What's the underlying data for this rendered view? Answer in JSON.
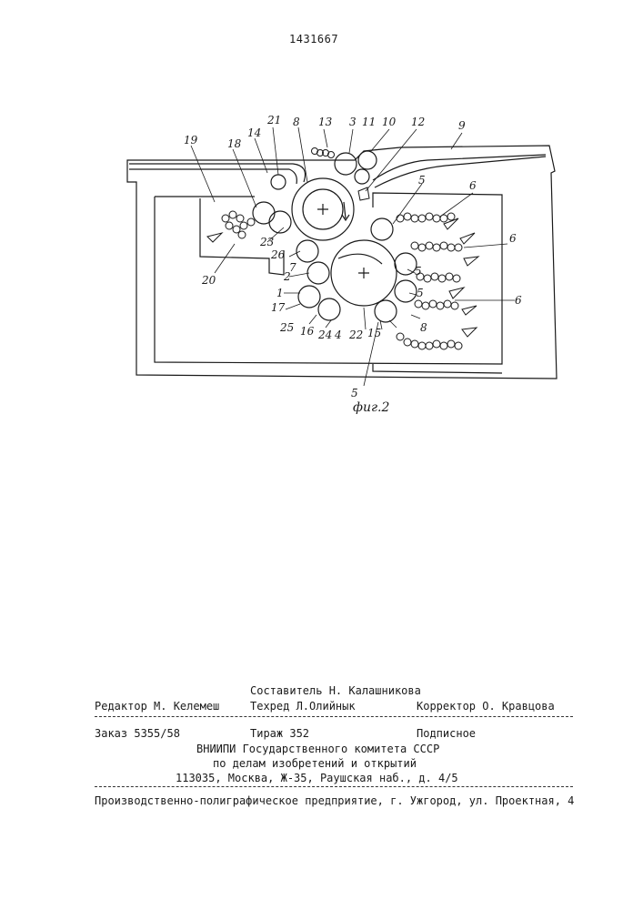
{
  "header": {
    "patent_number": "1431667"
  },
  "figure": {
    "caption": "фиг.2",
    "labels": {
      "l1": "1",
      "l2": "2",
      "l3": "3",
      "l4": "4",
      "l5a": "5",
      "l5b": "5",
      "l5c": "5",
      "l5d": "5",
      "l6a": "6",
      "l6b": "6",
      "l6c": "6",
      "l7": "7",
      "l8a": "8",
      "l8b": "8",
      "l9": "9",
      "l10": "10",
      "l11": "11",
      "l12": "12",
      "l13": "13",
      "l14": "14",
      "l15": "15",
      "l16": "16",
      "l17": "17",
      "l18": "18",
      "l19": "19",
      "l20": "20",
      "l21": "21",
      "l22": "22",
      "l23": "23",
      "l24": "24",
      "l25": "25",
      "l26": "26"
    }
  },
  "credits": {
    "composer": "Составитель Н. Калашникова",
    "editor": "Редактор М. Келемеш",
    "techred": "Техред Л.Олийнык",
    "corrector": "Корректор О. Кравцова"
  },
  "order": {
    "order_no": "Заказ 5355/58",
    "print_run": "Тираж 352",
    "subscription": "Подписное",
    "org_line1": "ВНИИПИ Государственного комитета СССР",
    "org_line2": "по делам изобретений и открытий",
    "address": "113035, Москва, Ж-35, Раушская наб., д. 4/5"
  },
  "footer": {
    "printer": "Производственно-полиграфическое предприятие, г. Ужгород, ул. Проектная, 4"
  }
}
